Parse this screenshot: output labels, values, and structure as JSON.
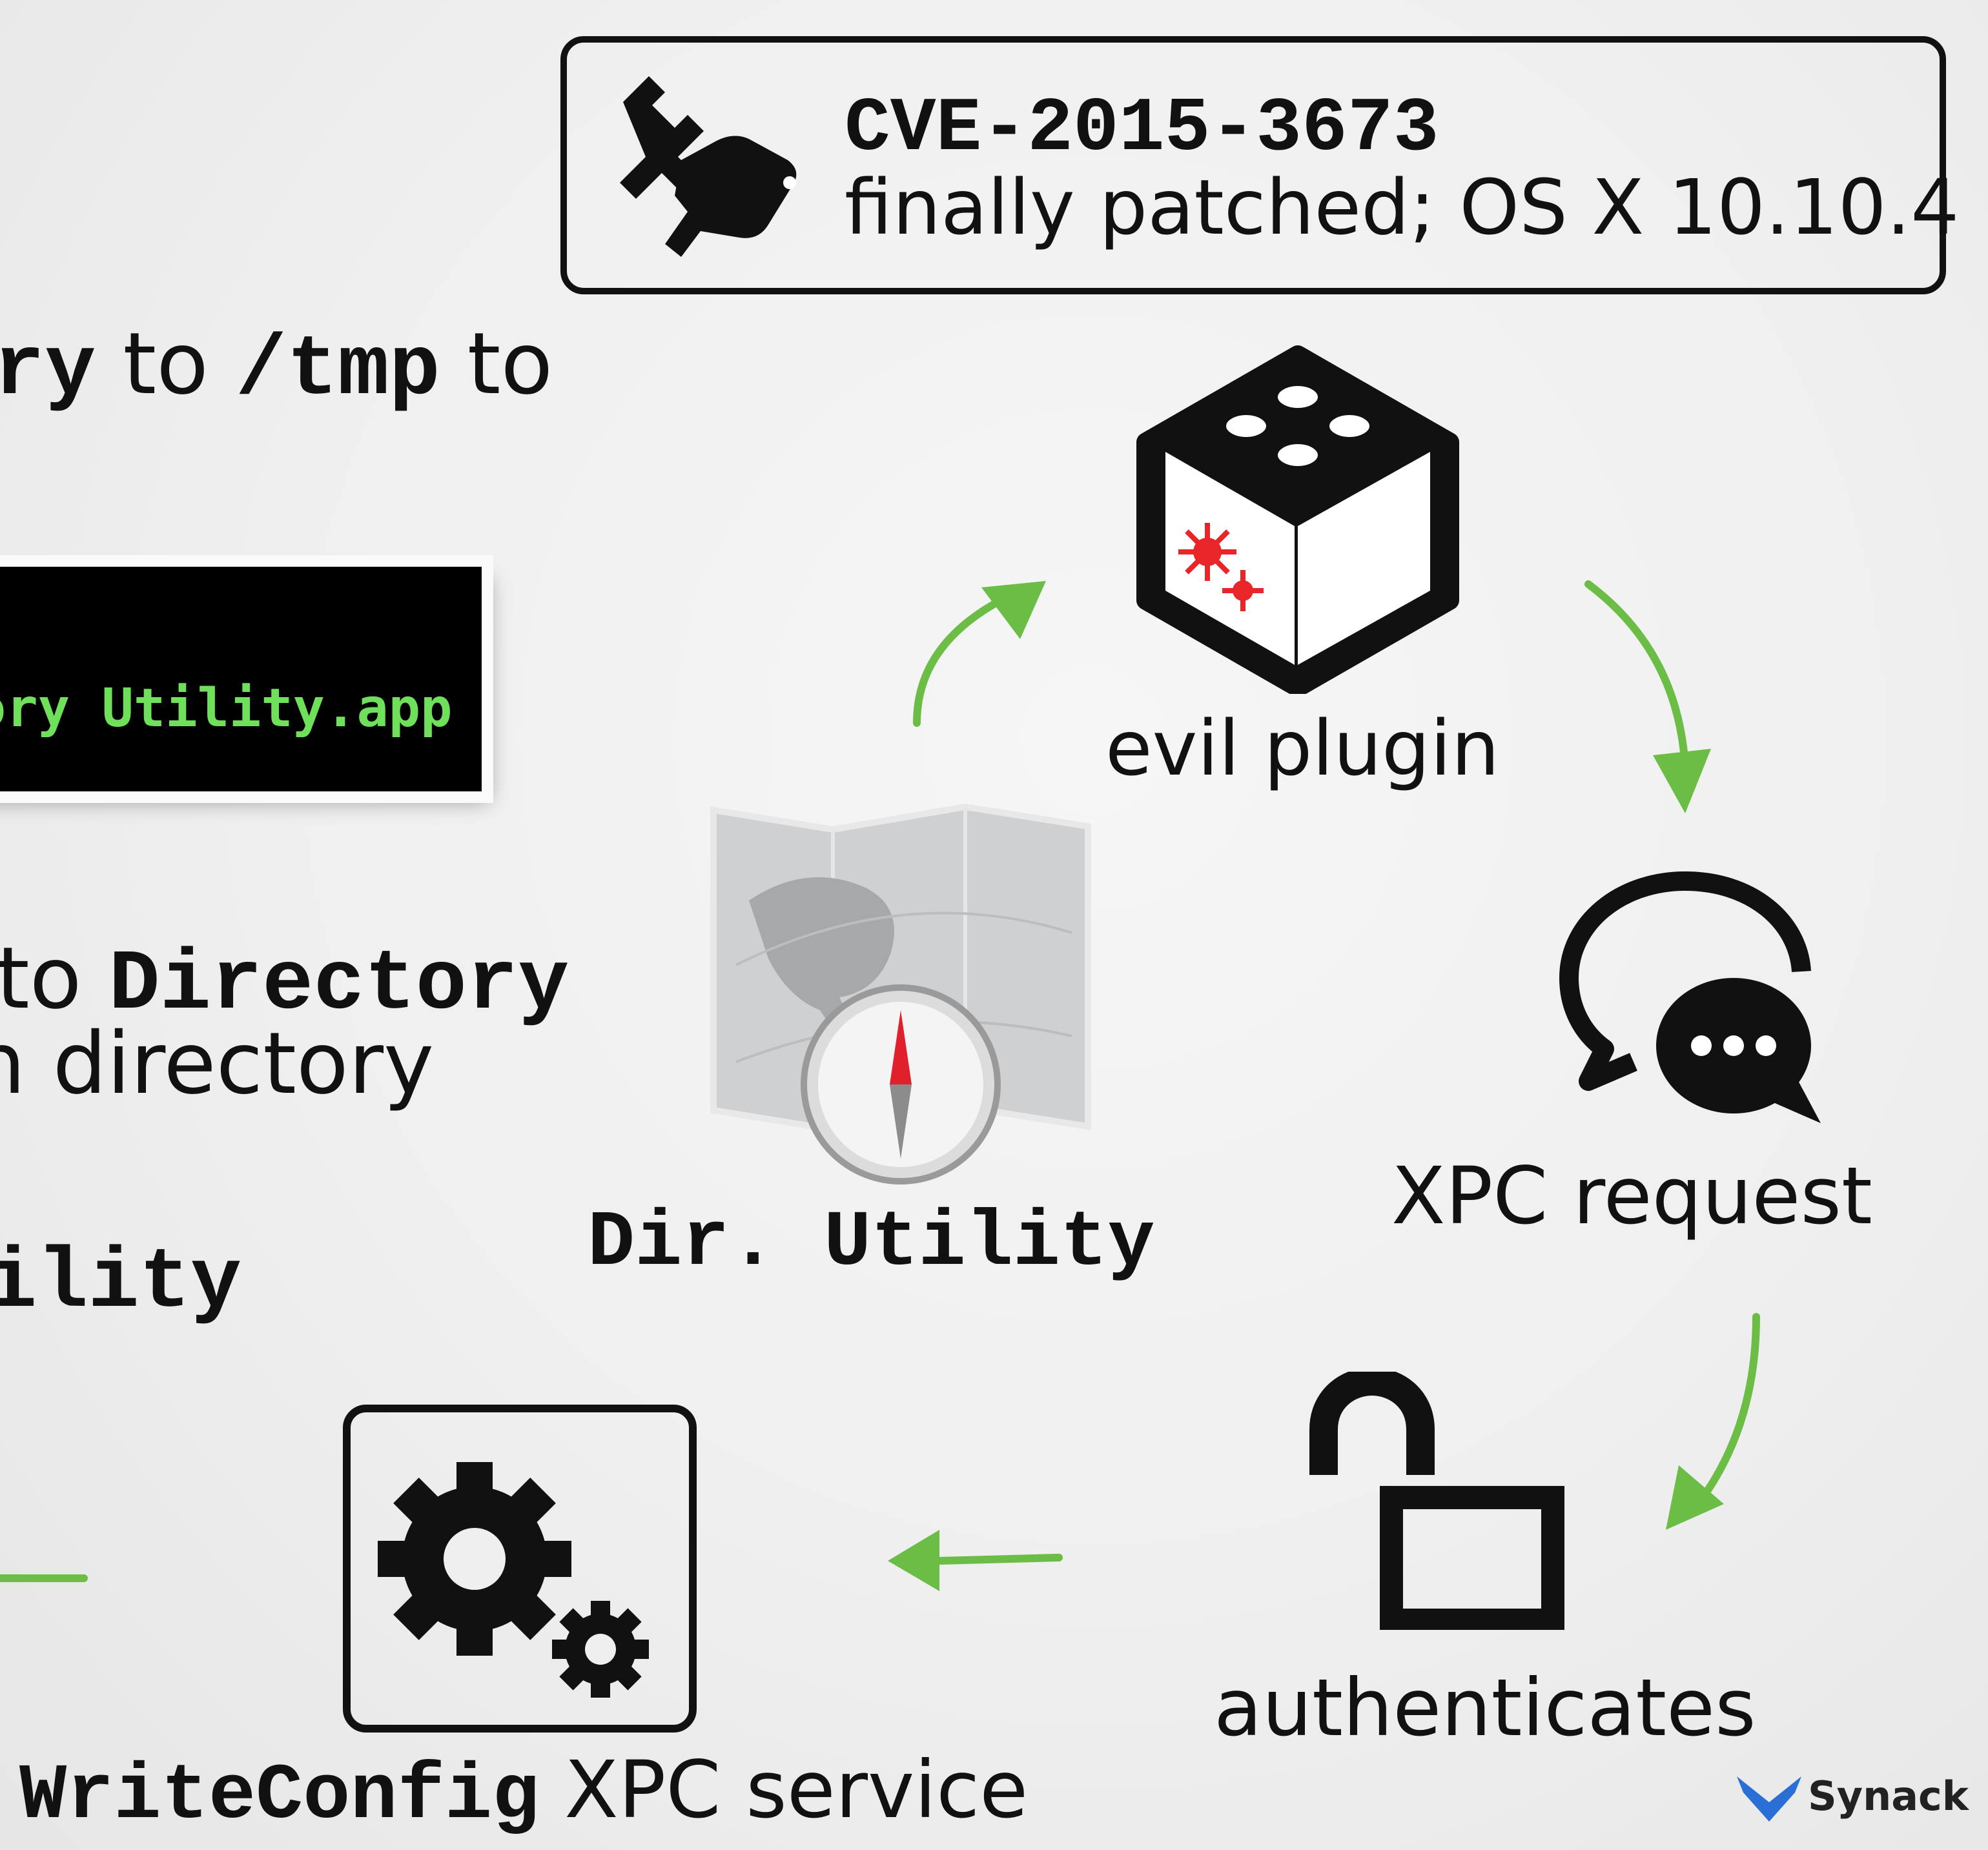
{
  "cve": {
    "id": "CVE-2015-3673",
    "subtitle": "finally patched; OS X 10.10.4"
  },
  "left": {
    "line1_code1": "ry",
    "line1_to1": "to",
    "line1_code2": "/tmp",
    "line1_to2": "to",
    "terminal_text": "ory Utility.app",
    "line2_to": "to",
    "line2_code": "Directory",
    "line3": "n directory",
    "line4_code": "ility"
  },
  "nodes": {
    "evil_plugin": "evil plugin",
    "xpc_request": "XPC request",
    "authenticates": "authenticates",
    "writeconfig_code": "WriteConfig",
    "writeconfig_text": "XPC service",
    "dir_utility": "Dir. Utility"
  },
  "brand": {
    "name": "Synack",
    "logo_color": "#2a6fd6"
  },
  "colors": {
    "arrow": "#6bbd45",
    "virus": "#e8262a",
    "terminal_text": "#6fe05a"
  }
}
